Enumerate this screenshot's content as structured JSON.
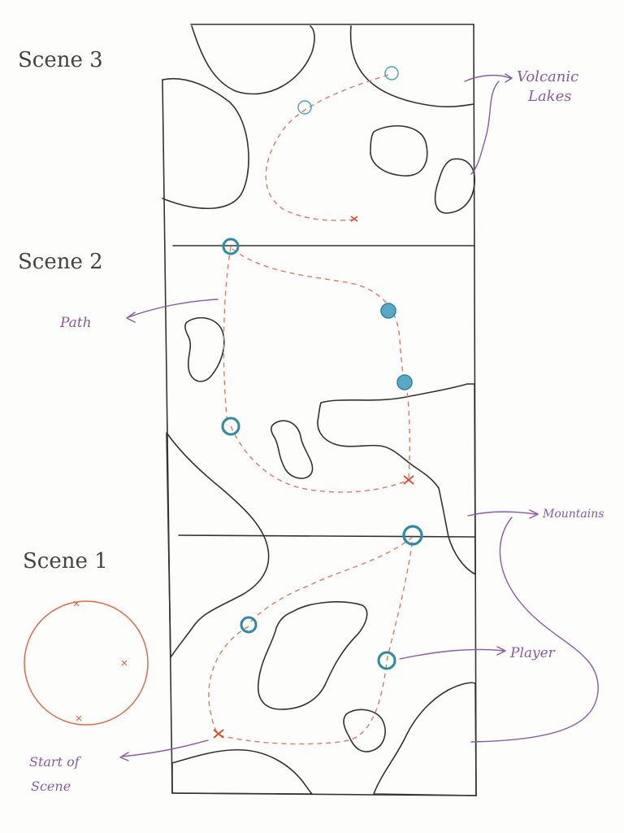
{
  "scenes": {
    "scene3": "Scene 3",
    "scene2": "Scene 2",
    "scene1": "Scene 1"
  },
  "annotations": {
    "volcanic_line1": "Volcanic",
    "volcanic_line2": "Lakes",
    "path": "Path",
    "mountains": "Mountains",
    "player": "Player",
    "start_line1": "Start of",
    "start_line2": "Scene"
  },
  "colors": {
    "ink": "#333333",
    "path": "#e07a5f",
    "player": "#2a8aa8",
    "annotation": "#8a5aa6",
    "start_circle": "#e06a4a"
  }
}
